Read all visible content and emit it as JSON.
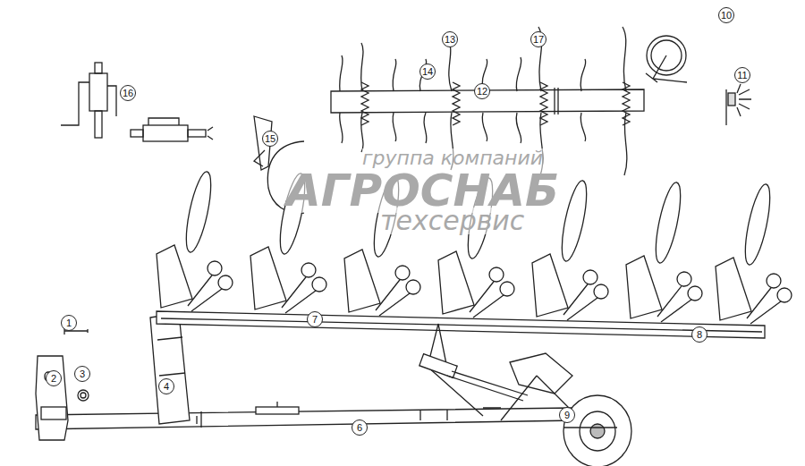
{
  "diagram": {
    "labels": [
      "10",
      "13",
      "17",
      "14",
      "11",
      "12",
      "16",
      "15",
      "группа компаний",
      "АГРОСНАБ",
      "техсервис",
      "7",
      "1",
      "8",
      "3",
      "2",
      "4",
      "9",
      "6"
    ]
  }
}
